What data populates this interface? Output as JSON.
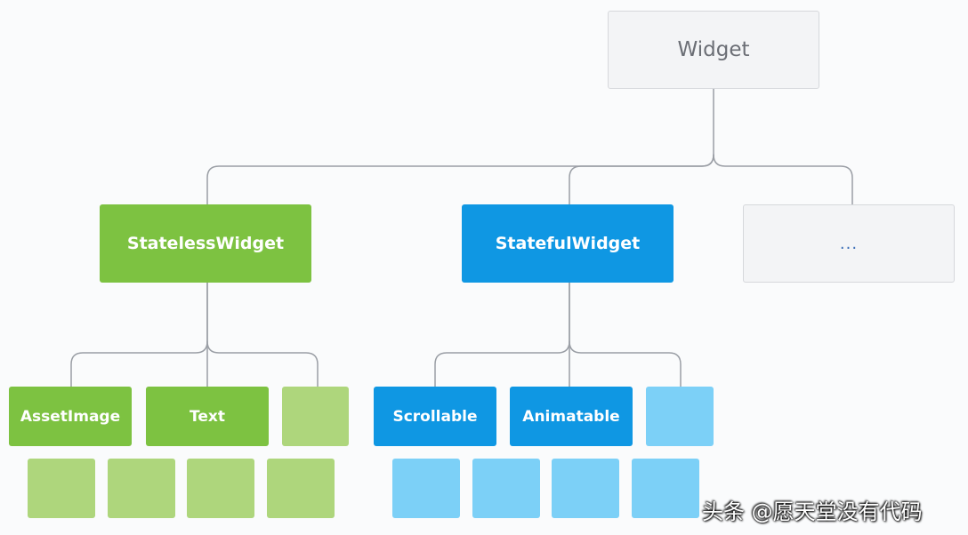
{
  "diagram": {
    "root": {
      "label": "Widget"
    },
    "level1": [
      {
        "label": "StatelessWidget"
      },
      {
        "label": "StatefulWidget"
      },
      {
        "label": "..."
      }
    ],
    "stateless_children": [
      {
        "label": "AssetImage"
      },
      {
        "label": "Text"
      }
    ],
    "stateful_children": [
      {
        "label": "Scrollable"
      },
      {
        "label": "Animatable"
      }
    ]
  },
  "watermark": {
    "text": "头条 @愿天堂没有代码"
  },
  "colors": {
    "stateless_green": "#7dc241",
    "stateless_green_light": "#aed67c",
    "stateful_blue": "#0f97e3",
    "stateful_blue_light": "#7cd0f7",
    "neutral_box": "#f3f4f6",
    "connector": "#9a9ea5"
  }
}
